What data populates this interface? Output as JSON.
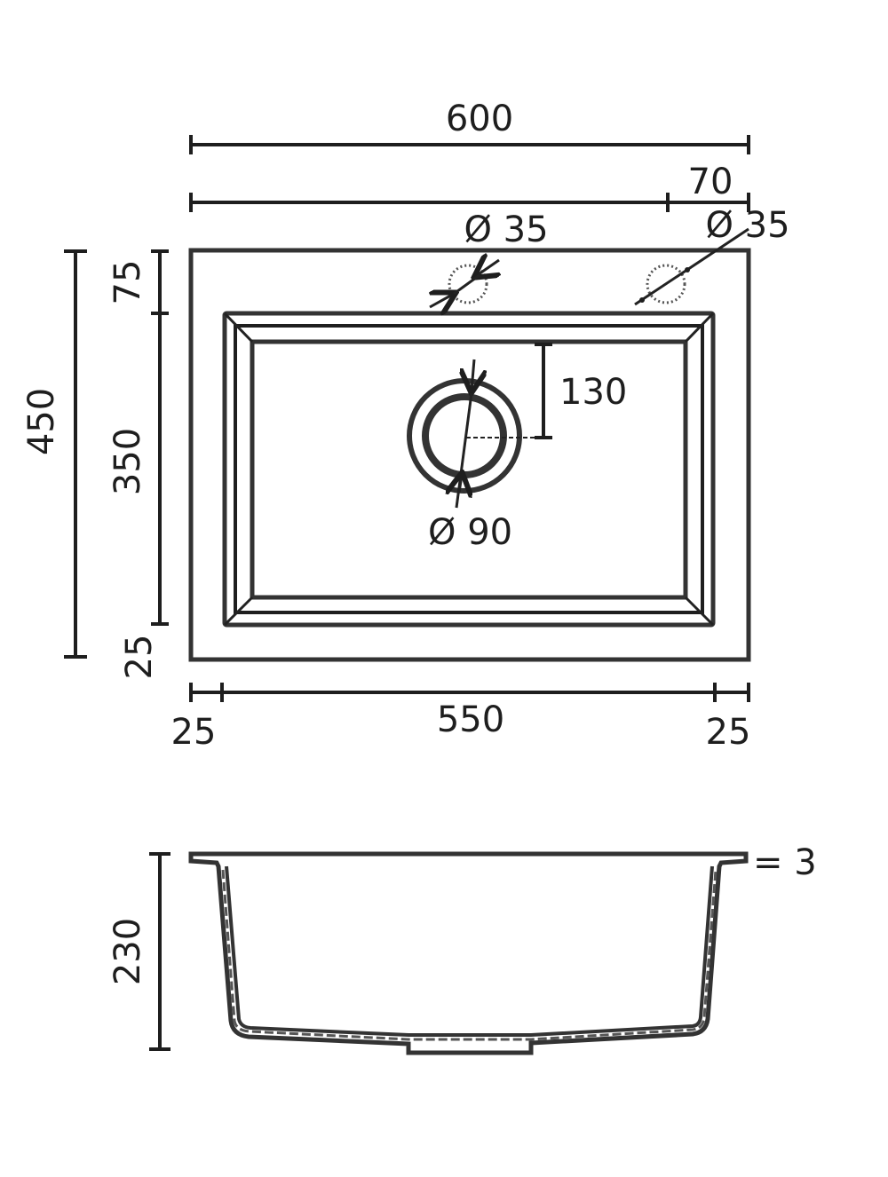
{
  "top_view": {
    "width_total": "600",
    "tap_offset": "70",
    "tap_hole_1": "Ø 35",
    "tap_hole_2": "Ø 35",
    "depth_total": "450",
    "rim_back": "75",
    "bowl_depth": "350",
    "rim_front": "25",
    "drain_offset": "130",
    "drain_diameter": "Ø 90",
    "rim_left": "25",
    "bowl_width": "550",
    "rim_right": "25"
  },
  "section_view": {
    "height": "230",
    "rim_thickness": "= 3"
  },
  "colors": {
    "line": "#1e1e1e",
    "outline": "#333333"
  }
}
